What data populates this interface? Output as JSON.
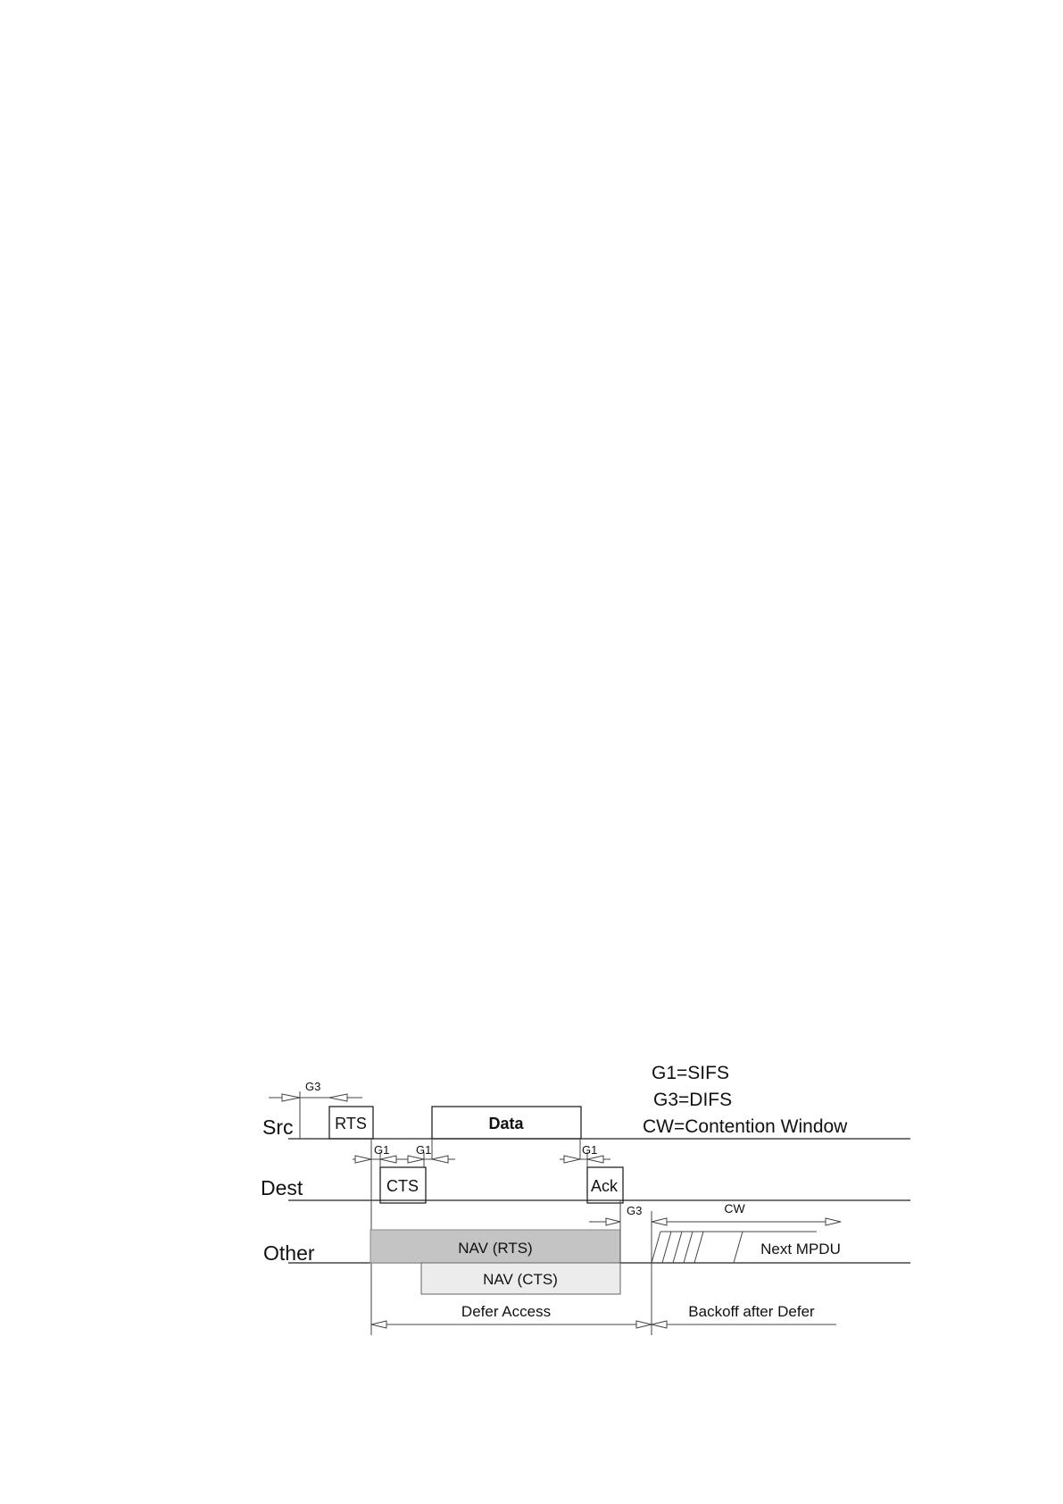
{
  "legend": {
    "g1": "G1=SIFS",
    "g3": "G3=DIFS",
    "cw": "CW=Contention Window"
  },
  "rows": {
    "src": "Src",
    "dest": "Dest",
    "other": "Other"
  },
  "frames": {
    "rts": "RTS",
    "data": "Data",
    "cts": "CTS",
    "ack": "Ack",
    "nav_rts": "NAV (RTS)",
    "nav_cts": "NAV (CTS)",
    "next_mpdu": "Next MPDU"
  },
  "gaps": {
    "g3_src": "G3",
    "g1_cts": "G1",
    "g1_data": "G1",
    "g1_ack": "G1",
    "g3_other": "G3",
    "cw": "CW"
  },
  "spans": {
    "defer": "Defer Access",
    "backoff": "Backoff after Defer"
  },
  "colors": {
    "nav_rts_fill": "#c4c4c4",
    "nav_cts_fill": "#ececec"
  }
}
